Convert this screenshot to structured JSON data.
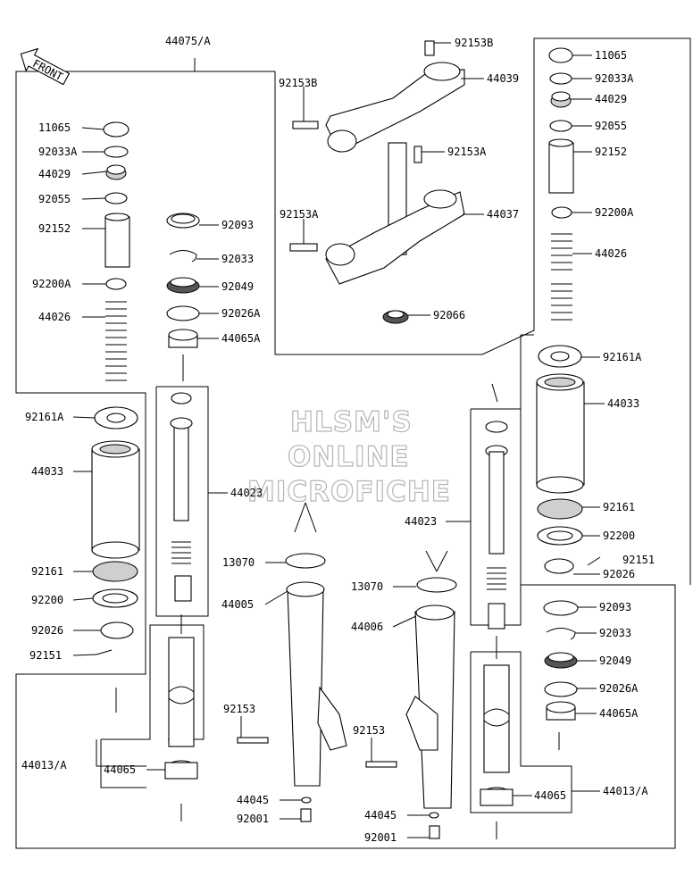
{
  "front_label": "FRONT",
  "watermark": [
    "HLSM'S",
    "ONLINE",
    "MICROFICHE"
  ],
  "labels": {
    "l1": "44075/A",
    "l2": "92153B",
    "l3": "92153B",
    "l4": "44039",
    "l5": "11065",
    "l6": "92033A",
    "l7": "44029",
    "l8": "92055",
    "l9": "92152",
    "l10": "92200A",
    "l11": "44026",
    "l12": "92161A",
    "l13": "44033",
    "l14": "92161",
    "l15": "92200",
    "l16": "92151",
    "l17": "92026",
    "l18": "92093",
    "l19": "92033",
    "l20": "92049",
    "l21": "92026A",
    "l22": "44065A",
    "l23": "44065",
    "l24": "44013/A",
    "l25": "92153A",
    "l26": "44037",
    "l27": "92153A",
    "l28": "92066",
    "l29": "11065",
    "l30": "92033A",
    "l31": "44029",
    "l32": "92055",
    "l33": "92152",
    "l34": "92200A",
    "l35": "44026",
    "l36": "92161A",
    "l37": "44033",
    "l38": "92161",
    "l39": "92200",
    "l40": "92026",
    "l41": "92151",
    "l42": "92093",
    "l43": "92033",
    "l44": "92049",
    "l45": "92026A",
    "l46": "44065A",
    "l47": "44023",
    "l48": "44023",
    "l49": "13070",
    "l50": "13070",
    "l51": "44005",
    "l52": "44006",
    "l53": "92153",
    "l54": "92153",
    "l55": "44045",
    "l56": "44045",
    "l57": "92001",
    "l58": "92001",
    "l59": "44065",
    "l60": "44013/A"
  }
}
